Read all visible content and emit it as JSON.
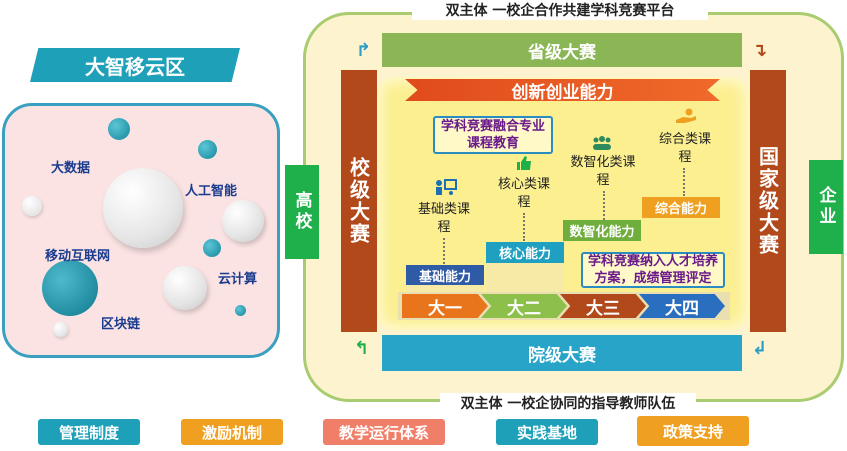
{
  "left": {
    "title": "大智移云区",
    "labels": {
      "bigdata": "大数据",
      "ai": "人工智能",
      "mobile": "移动互联网",
      "cloud": "云计算",
      "blockchain": "区块链"
    }
  },
  "right": {
    "top_caption": "双主体 一校企合作共建学科竞赛平台",
    "bottom_caption": "双主体 一校企协同的指导教师队伍",
    "school": "高校",
    "enterprise": "企业",
    "school_comp": "校级大赛",
    "national_comp": "国家级大赛",
    "provincial_comp": "省级大赛",
    "college_comp": "院级大赛",
    "banner": "创新创业能力",
    "box_integration": "学科竞赛融合专业课程教育",
    "box_talent": "学科竞赛纳入人才培养方案，成绩管理评定",
    "courses": {
      "basic": "基础类课程",
      "core": "核心类课程",
      "digital": "数智化类课程",
      "comprehensive": "综合类课程"
    },
    "abilities": {
      "basic": "基础能力",
      "core": "核心能力",
      "digital": "数智化能力",
      "comprehensive": "综合能力"
    },
    "years": [
      "大一",
      "大二",
      "大三",
      "大四"
    ]
  },
  "bottom": [
    "管理制度",
    "激励机制",
    "教学运行体系",
    "实践基地",
    "政策支持"
  ],
  "colors": {
    "teal": "#1ea0b8",
    "orange": "#f0a020",
    "salmon": "#f07f6a",
    "green": "#1fb04b",
    "brown": "#b1491b",
    "lime": "#8ab656"
  }
}
